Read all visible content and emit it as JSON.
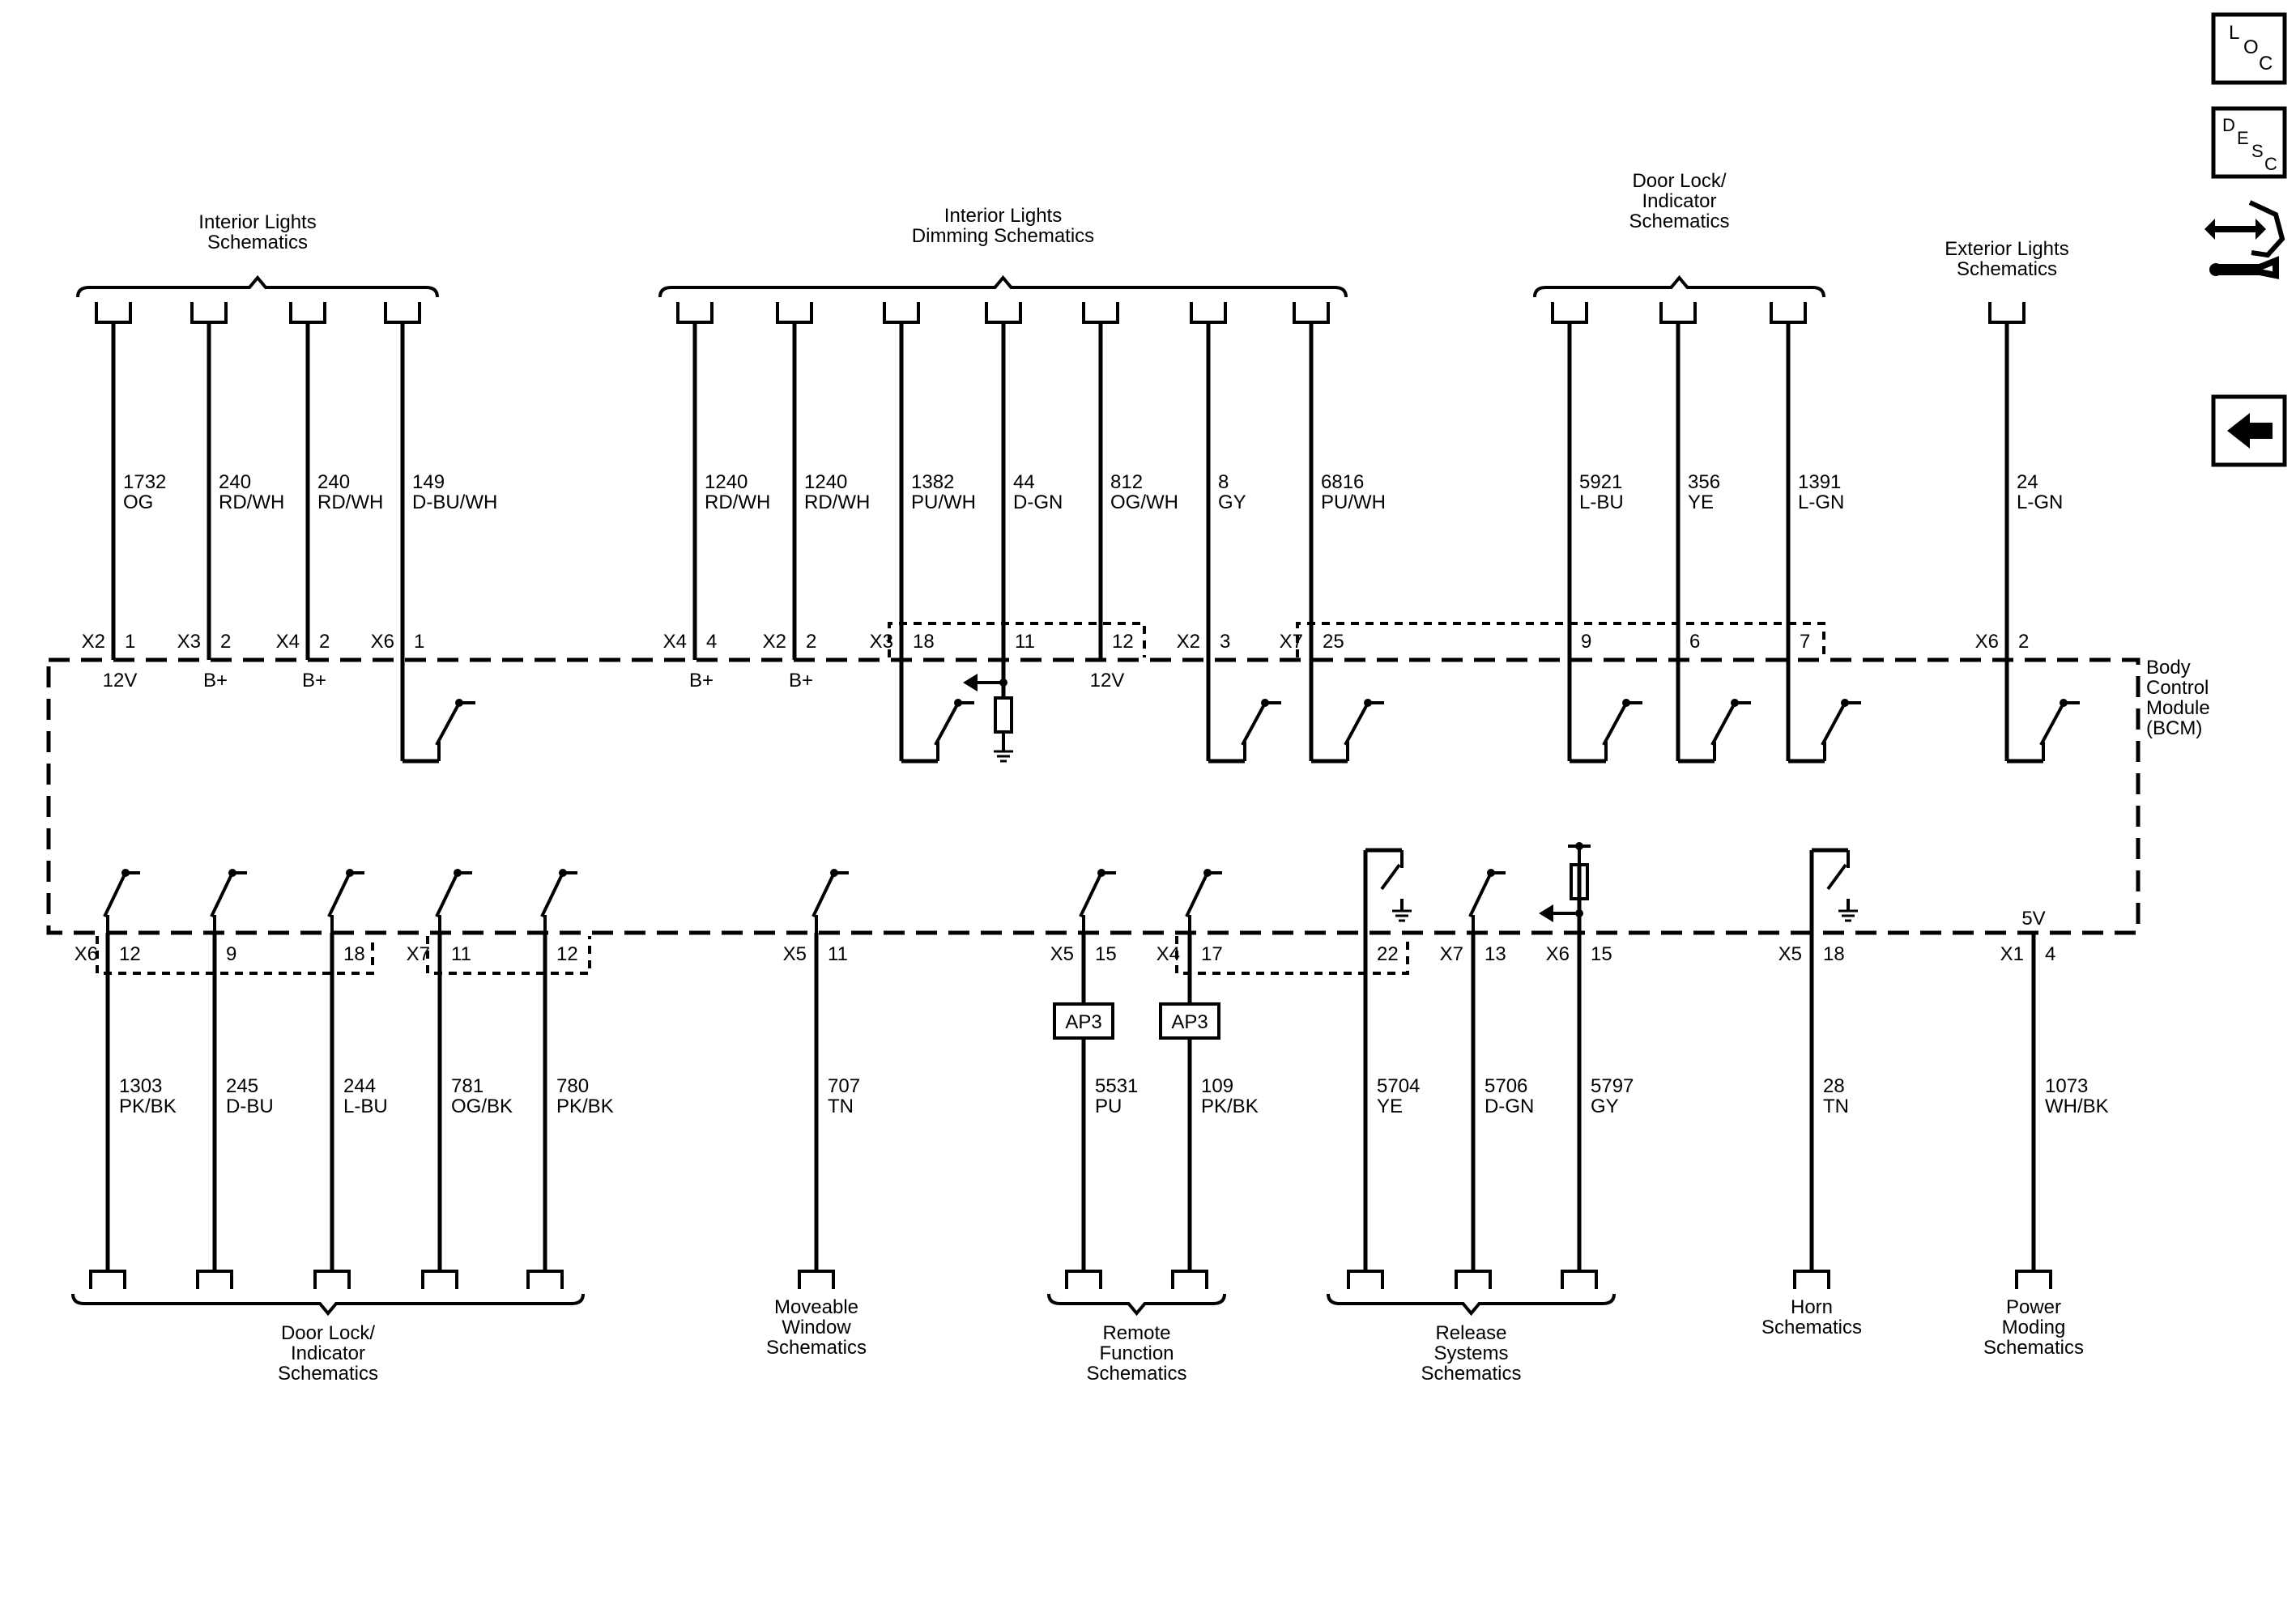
{
  "module_label": [
    "Body",
    "Control",
    "Module",
    "(BCM)"
  ],
  "toolbar": {
    "loc": [
      "L",
      "O",
      "C"
    ],
    "desc": [
      "D",
      "E",
      "S",
      "C"
    ]
  },
  "top_groups": [
    {
      "label": [
        "Interior Lights",
        "Schematics"
      ]
    },
    {
      "label": [
        "Interior Lights",
        "Dimming Schematics"
      ]
    },
    {
      "label": [
        "Door Lock/",
        "Indicator",
        "Schematics"
      ]
    },
    {
      "label": [
        "Exterior Lights",
        "Schematics"
      ]
    }
  ],
  "bottom_groups": [
    {
      "label": [
        "Door Lock/",
        "Indicator",
        "Schematics"
      ]
    },
    {
      "label": [
        "Moveable",
        "Window",
        "Schematics"
      ]
    },
    {
      "label": [
        "Remote",
        "Function",
        "Schematics"
      ]
    },
    {
      "label": [
        "Release",
        "Systems",
        "Schematics"
      ]
    },
    {
      "label": [
        "Horn",
        "Schematics"
      ]
    },
    {
      "label": [
        "Power",
        "Moding",
        "Schematics"
      ]
    }
  ],
  "top_circuits": [
    {
      "circuit": "1732",
      "color": "OG",
      "connector": "X2",
      "pin": "1",
      "supply": "12V",
      "type": "supply"
    },
    {
      "circuit": "240",
      "color": "RD/WH",
      "connector": "X3",
      "pin": "2",
      "supply": "B+",
      "type": "supply"
    },
    {
      "circuit": "240",
      "color": "RD/WH",
      "connector": "X4",
      "pin": "2",
      "supply": "B+",
      "type": "supply"
    },
    {
      "circuit": "149",
      "color": "D-BU/WH",
      "connector": "X6",
      "pin": "1",
      "supply": "",
      "type": "switch"
    },
    {
      "circuit": "1240",
      "color": "RD/WH",
      "connector": "X4",
      "pin": "4",
      "supply": "B+",
      "type": "supply"
    },
    {
      "circuit": "1240",
      "color": "RD/WH",
      "connector": "X2",
      "pin": "2",
      "supply": "B+",
      "type": "supply"
    },
    {
      "circuit": "1382",
      "color": "PU/WH",
      "connector": "X3",
      "pin": "18",
      "supply": "",
      "type": "switch"
    },
    {
      "circuit": "44",
      "color": "D-GN",
      "connector": "",
      "pin": "11",
      "supply": "",
      "type": "resistor"
    },
    {
      "circuit": "812",
      "color": "OG/WH",
      "connector": "",
      "pin": "12",
      "supply": "12V",
      "type": "supply"
    },
    {
      "circuit": "8",
      "color": "GY",
      "connector": "X2",
      "pin": "3",
      "supply": "",
      "type": "switch"
    },
    {
      "circuit": "6816",
      "color": "PU/WH",
      "connector": "X7",
      "pin": "25",
      "supply": "",
      "type": "switch"
    },
    {
      "circuit": "5921",
      "color": "L-BU",
      "connector": "",
      "pin": "9",
      "supply": "",
      "type": "switch"
    },
    {
      "circuit": "356",
      "color": "YE",
      "connector": "",
      "pin": "6",
      "supply": "",
      "type": "switch"
    },
    {
      "circuit": "1391",
      "color": "L-GN",
      "connector": "",
      "pin": "7",
      "supply": "",
      "type": "switch"
    },
    {
      "circuit": "24",
      "color": "L-GN",
      "connector": "X6",
      "pin": "2",
      "supply": "",
      "type": "switch"
    }
  ],
  "bottom_circuits": [
    {
      "circuit": "1303",
      "color": "PK/BK",
      "connector": "X6",
      "pin": "12",
      "supply": "",
      "type": "switch"
    },
    {
      "circuit": "245",
      "color": "D-BU",
      "connector": "",
      "pin": "9",
      "supply": "",
      "type": "switch"
    },
    {
      "circuit": "244",
      "color": "L-BU",
      "connector": "",
      "pin": "18",
      "supply": "",
      "type": "switch"
    },
    {
      "circuit": "781",
      "color": "OG/BK",
      "connector": "X7",
      "pin": "11",
      "supply": "",
      "type": "switch"
    },
    {
      "circuit": "780",
      "color": "PK/BK",
      "connector": "",
      "pin": "12",
      "supply": "",
      "type": "switch"
    },
    {
      "circuit": "707",
      "color": "TN",
      "connector": "X5",
      "pin": "11",
      "supply": "",
      "type": "switch"
    },
    {
      "circuit": "5531",
      "color": "PU",
      "connector": "X5",
      "pin": "15",
      "supply": "",
      "type": "switch",
      "part": "AP3"
    },
    {
      "circuit": "109",
      "color": "PK/BK",
      "connector": "X4",
      "pin": "17",
      "supply": "",
      "type": "switch",
      "part": "AP3"
    },
    {
      "circuit": "5704",
      "color": "YE",
      "connector": "",
      "pin": "22",
      "supply": "",
      "type": "groundswitch"
    },
    {
      "circuit": "5706",
      "color": "D-GN",
      "connector": "X7",
      "pin": "13",
      "supply": "",
      "type": "switch"
    },
    {
      "circuit": "5797",
      "color": "GY",
      "connector": "X6",
      "pin": "15",
      "supply": "",
      "type": "pullup"
    },
    {
      "circuit": "28",
      "color": "TN",
      "connector": "X5",
      "pin": "18",
      "supply": "",
      "type": "groundswitch"
    },
    {
      "circuit": "1073",
      "color": "WH/BK",
      "connector": "X1",
      "pin": "4",
      "supply": "5V",
      "type": "supply"
    }
  ]
}
